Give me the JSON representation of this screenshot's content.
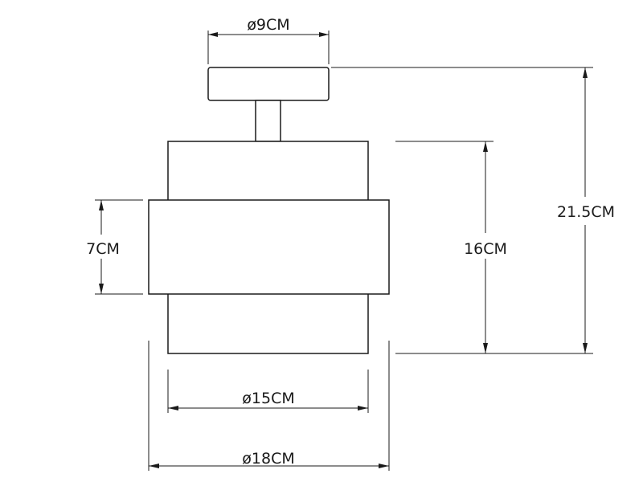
{
  "diagram": {
    "dimensions": {
      "canopy_diameter": "ø9CM",
      "overall_height": "21.5CM",
      "shade_height": "16CM",
      "band_height": "7CM",
      "inner_diameter": "ø15CM",
      "outer_diameter": "ø18CM"
    }
  }
}
